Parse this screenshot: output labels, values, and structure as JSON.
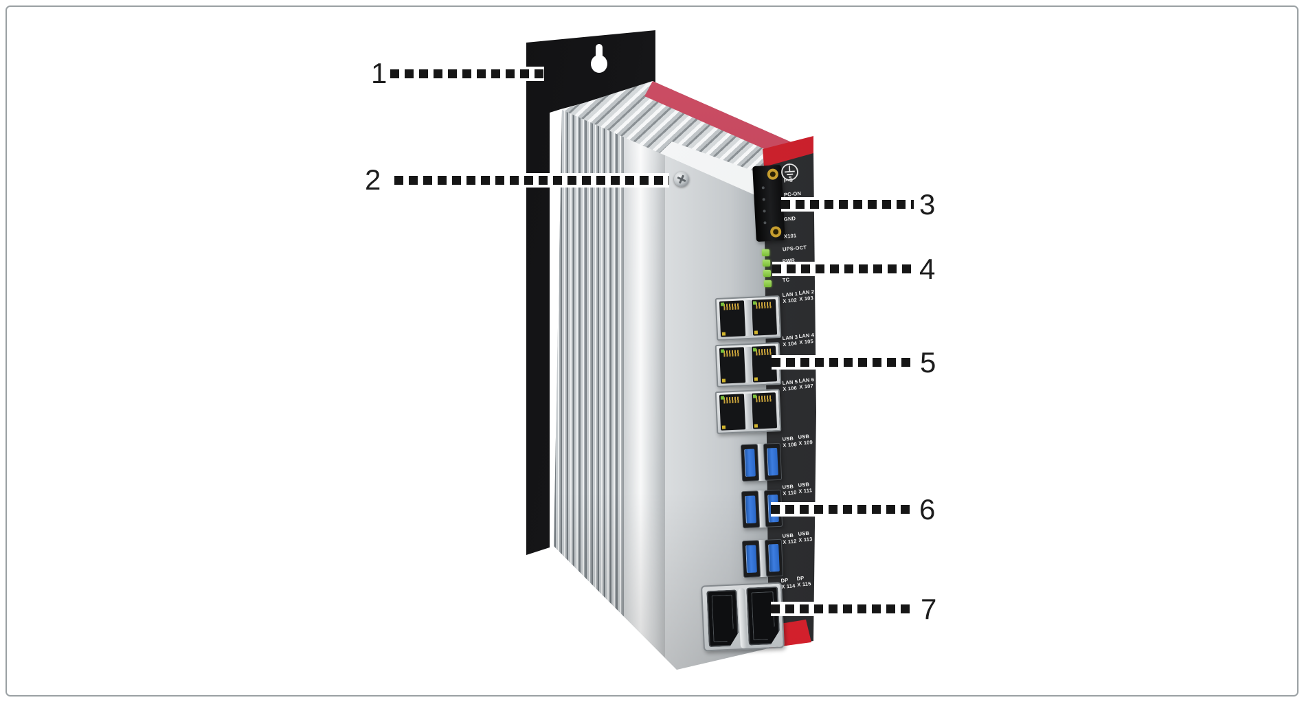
{
  "callouts": [
    {
      "number": "1"
    },
    {
      "number": "2"
    },
    {
      "number": "3"
    },
    {
      "number": "4"
    },
    {
      "number": "5"
    },
    {
      "number": "6"
    },
    {
      "number": "7"
    }
  ],
  "panel": {
    "power_labels": [
      "P-S",
      "PC-ON",
      "GND",
      "X101"
    ],
    "led_labels": [
      "UPS-OCT",
      "PWR",
      "TC"
    ],
    "lan_labels": [
      {
        "name": "LAN 1",
        "id": "X 102"
      },
      {
        "name": "LAN 2",
        "id": "X 103"
      },
      {
        "name": "LAN 3",
        "id": "X 104"
      },
      {
        "name": "LAN 4",
        "id": "X 105"
      },
      {
        "name": "LAN 5",
        "id": "X 106"
      },
      {
        "name": "LAN 6",
        "id": "X 107"
      }
    ],
    "usb_labels": [
      {
        "name": "USB",
        "id": "X 108"
      },
      {
        "name": "USB",
        "id": "X 109"
      },
      {
        "name": "USB",
        "id": "X 110"
      },
      {
        "name": "USB",
        "id": "X 111"
      },
      {
        "name": "USB",
        "id": "X 112"
      },
      {
        "name": "USB",
        "id": "X 113"
      }
    ],
    "dp_labels": [
      {
        "name": "DP",
        "id": "X 114"
      },
      {
        "name": "DP",
        "id": "X 115"
      }
    ]
  },
  "icons": {
    "ground": "protective-earth-icon"
  },
  "colors": {
    "accent_red": "#d6202b",
    "stripe_red": "#b83c51",
    "led_green": "#8cc63f",
    "usb_blue": "#2f6fd0",
    "plate_black": "#151517",
    "panel_dark": "#2e2f31"
  }
}
